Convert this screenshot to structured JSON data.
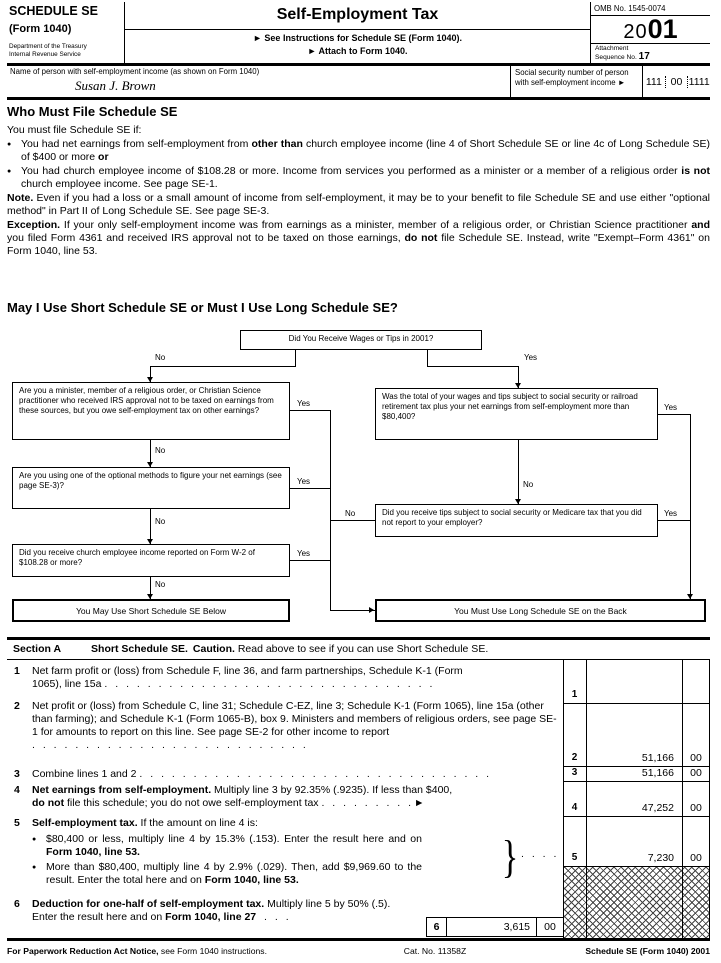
{
  "glyphs": {
    "bullet": "●",
    "brace": "}"
  },
  "header": {
    "schedule": "SCHEDULE SE",
    "form": "(Form 1040)",
    "dept_line1": "Department of the Treasury",
    "dept_line2": "Internal Revenue Service",
    "title": "Self-Employment Tax",
    "see_instructions": "► See Instructions for Schedule SE (Form 1040).",
    "attach": "► Attach to Form 1040.",
    "omb": "OMB No. 1545-0074",
    "year_prefix": "20",
    "year_suffix": "01",
    "attachment_label": "Attachment",
    "sequence_label": "Sequence No.",
    "sequence_no": "17"
  },
  "taxpayer": {
    "name_label": "Name of person with self-employment income (as shown on Form 1040)",
    "name": "Susan J. Brown",
    "ssn_label": "Social security number of person with self-employment income ►",
    "ssn": [
      "111",
      "00",
      "1111"
    ]
  },
  "who_must_file": {
    "heading": "Who Must File Schedule SE",
    "intro": "You must file Schedule SE if:",
    "bullet1": [
      "You had net earnings from self-employment from ",
      "other than",
      " church employee income (line 4 of Short Schedule SE or line 4c of Long Schedule SE) of $400 or more ",
      "or"
    ],
    "bullet2": [
      "You had church employee income of $108.28 or more. Income from services you performed as a minister or a member of a religious order ",
      "is not",
      " church employee income. See page SE-1."
    ],
    "note": [
      "Note.",
      " Even if you had a loss or a small amount of income from self-employment, it may be to your benefit to file Schedule SE and use either \"optional method\" in Part II of Long Schedule SE. See page SE-3."
    ],
    "exception": [
      "Exception.",
      " If your only self-employment income was from earnings as a minister, member of a religious order, or Christian Science practitioner ",
      "and",
      " you filed Form 4361 and received IRS approval not to be taxed on those earnings, ",
      "do not",
      " file Schedule SE. Instead, write \"Exempt–Form 4361\" on Form 1040, line 53."
    ]
  },
  "flowchart": {
    "heading": "May I Use Short Schedule SE or Must I Use Long Schedule SE?",
    "top_question": "Did You Receive Wages or Tips in 2001?",
    "left_q1": "Are you a minister, member of a religious order, or Christian Science practitioner who received IRS approval not to be taxed on earnings from these sources, but you owe self-employment tax on other earnings?",
    "left_q2": "Are you using one of the optional methods to figure your net earnings (see page SE-3)?",
    "left_q3": "Did you receive church employee income reported on Form W-2 of $108.28 or more?",
    "left_result": "You May Use Short Schedule SE Below",
    "right_q1": "Was the total of your wages and tips subject to social security or railroad retirement tax plus your net earnings from self-employment more than $80,400?",
    "right_q2": "Did you receive tips subject to social security or Medicare tax that you did not report to your employer?",
    "right_result": "You Must Use Long Schedule SE on the Back",
    "yes": "Yes",
    "no": "No"
  },
  "section_a": {
    "title": "Section A",
    "subtitle": "Short Schedule SE.",
    "caution_label": "Caution.",
    "caution_text": " Read above to see if you can use Short Schedule SE.",
    "line1": {
      "no": "1",
      "text": "Net farm profit or (loss) from Schedule F, line 36, and farm partnerships, Schedule K-1 (Form 1065), line 15a",
      "dots": ". . . . . . . . . . . . . . . . . . . . . . . . . . . . . . .",
      "amount": "",
      "cents": ""
    },
    "line2": {
      "no": "2",
      "text": "Net profit or (loss) from Schedule C, line 31; Schedule C-EZ, line 3; Schedule K-1 (Form 1065), line 15a (other than farming); and Schedule K-1 (Form 1065-B), box 9. Ministers and members of religious orders, see page SE-1 for amounts to report on this line. See page SE-2 for other income to report",
      "dots": ". . . . . . . . . . . . . . . . . . . . . . . . . .",
      "amount": "51,166",
      "cents": "00"
    },
    "line3": {
      "no": "3",
      "text": "Combine lines 1 and 2",
      "dots": ". . . . . . . . . . . . . . . . . . . . . . . . . . . . . . . . .",
      "amount": "51,166",
      "cents": "00"
    },
    "line4": {
      "no": "4",
      "bold1": "Net earnings from self-employment.",
      "mid": " Multiply line 3 by 92.35% (.9235). If less than $400,",
      "bold2": "do not",
      "rest": " file this schedule; you do not owe self-employment tax",
      "dots": ". . . . . . . . .",
      "arrow": "►",
      "amount": "47,252",
      "cents": "00"
    },
    "line5": {
      "no": "5",
      "bold": "Self-employment tax.",
      "rest": " If the amount on line 4 is:",
      "option_a": [
        "$80,400 or less, multiply line 4 by 15.3% (.153). Enter the result here and on ",
        "Form 1040, line 53."
      ],
      "option_b": [
        "More than $80,400, multiply line 4 by 2.9% (.029). Then, add $9,969.60 to the result. Enter the total here and on ",
        "Form 1040, line 53."
      ],
      "dots": ". . . .",
      "amount": "7,230",
      "cents": "00"
    },
    "line6": {
      "no": "6",
      "bold1": "Deduction for one-half of self-employment tax.",
      "mid": " Multiply line 5 by 50% (.5). Enter the result here and on ",
      "bold2": "Form 1040, line 27",
      "dots": " . . .",
      "amount": "3,615",
      "cents": "00"
    }
  },
  "footer": {
    "paperwork_bold": "For Paperwork Reduction Act Notice,",
    "paperwork_rest": " see Form 1040 instructions.",
    "cat_no": "Cat. No. 11358Z",
    "form_id": "Schedule SE (Form 1040) 2001"
  }
}
